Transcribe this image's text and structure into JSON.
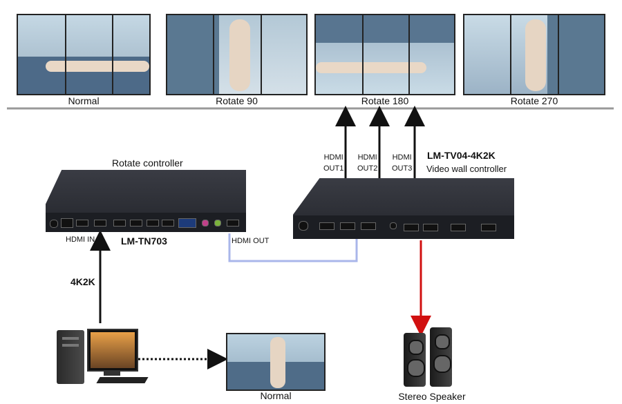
{
  "wall_screens": [
    {
      "label": "Normal"
    },
    {
      "label": "Rotate 90"
    },
    {
      "label": "Rotate 180"
    },
    {
      "label": "Rotate 270"
    }
  ],
  "rotate_controller": {
    "title": "Rotate controller",
    "model": "LM-TN703",
    "hdmi_in": "HDMI IN",
    "hdmi_out": "HDMI OUT"
  },
  "wall_controller": {
    "model": "LM-TV04-4K2K",
    "name": "Video wall controller",
    "outputs": [
      {
        "line1": "HDMI",
        "line2": "OUT1"
      },
      {
        "line1": "HDMI",
        "line2": "OUT2"
      },
      {
        "line1": "HDMI",
        "line2": "OUT3"
      }
    ]
  },
  "source": {
    "resolution": "4K2K"
  },
  "monitor": {
    "label": "Normal"
  },
  "speaker": {
    "label": "Stereo Speaker"
  },
  "colors": {
    "hdmi_out_link": "#a9b6ea",
    "audio_arrow": "#d11010",
    "device_body": "#2e3038"
  }
}
